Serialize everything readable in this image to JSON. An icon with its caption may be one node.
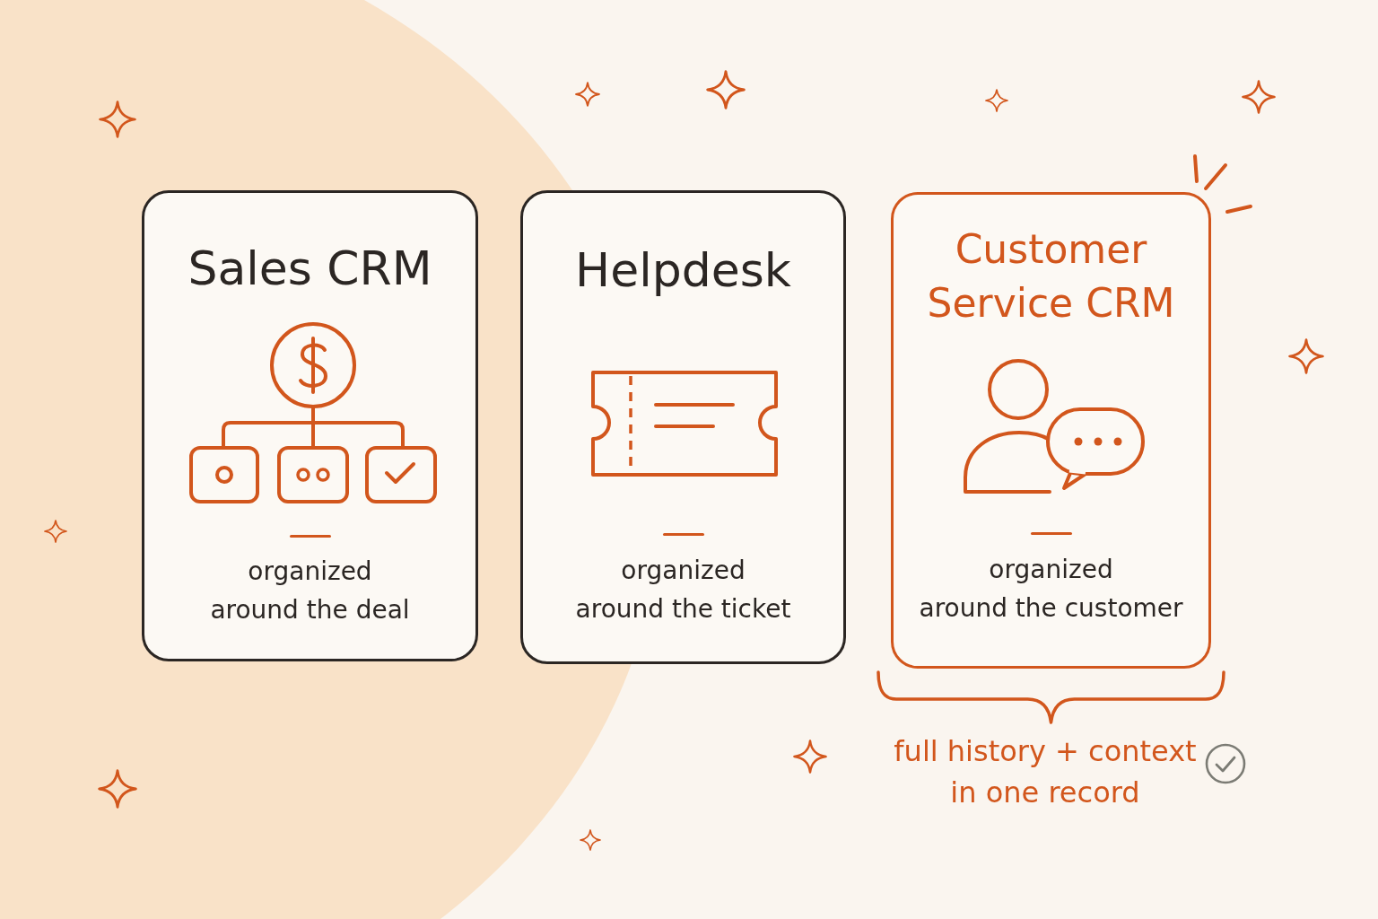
{
  "diagram": {
    "nodes": [
      {
        "text": [
          "Sales CRM",
          "organized around the deal"
        ]
      },
      {
        "text": [
          "Helpdesk",
          "organized around the ticket"
        ]
      },
      {
        "text": [
          "Customer Service CRM",
          "organized around the customer"
        ],
        "beside": [
          "full history + context in one record"
        ]
      }
    ]
  }
}
